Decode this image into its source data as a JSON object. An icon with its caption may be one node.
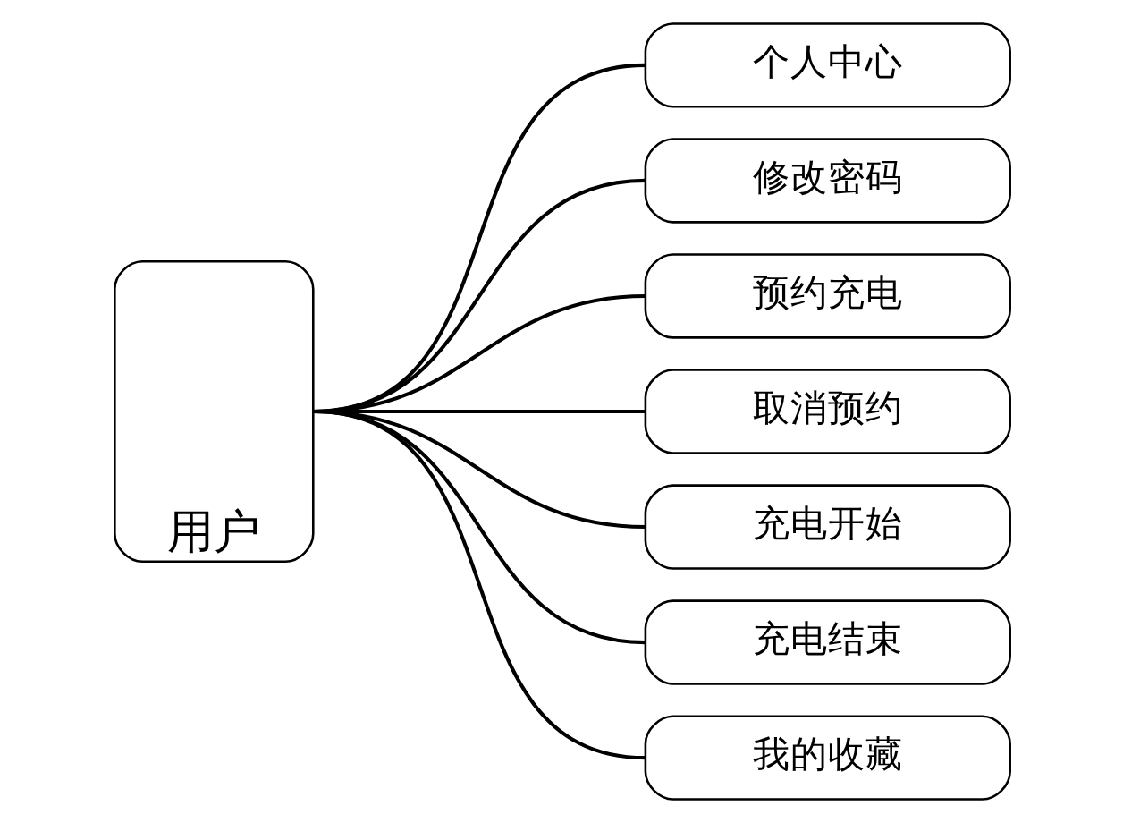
{
  "diagram": {
    "nodes": [
      {
        "text": [
          "用户"
        ]
      },
      {
        "text": [
          "个人中心"
        ]
      },
      {
        "text": [
          "修改密码"
        ]
      },
      {
        "text": [
          "预约充电"
        ]
      },
      {
        "text": [
          "取消预约"
        ]
      },
      {
        "text": [
          "充电开始"
        ]
      },
      {
        "text": [
          "充电结束"
        ]
      },
      {
        "text": [
          "我的收藏"
        ]
      }
    ],
    "edges": [
      {
        "from": 0,
        "to": 1,
        "arrow": "none"
      },
      {
        "from": 0,
        "to": 2,
        "arrow": "none"
      },
      {
        "from": 0,
        "to": 3,
        "arrow": "none"
      },
      {
        "from": 0,
        "to": 4,
        "arrow": "none"
      },
      {
        "from": 0,
        "to": 5,
        "arrow": "none"
      },
      {
        "from": 0,
        "to": 6,
        "arrow": "none"
      },
      {
        "from": 0,
        "to": 7,
        "arrow": "none"
      }
    ]
  }
}
